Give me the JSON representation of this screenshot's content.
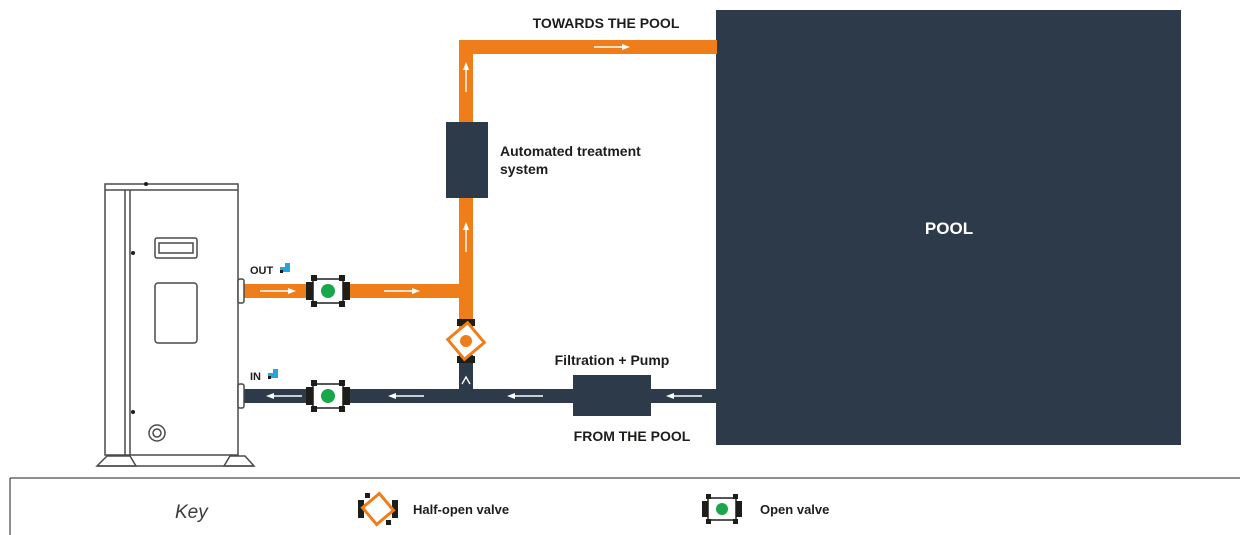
{
  "labels": {
    "towards_pool": "TOWARDS THE POOL",
    "treatment_line1": "Automated treatment",
    "treatment_line2": "system",
    "pool": "POOL",
    "filtration": "Filtration + Pump",
    "from_pool": "FROM THE POOL",
    "out": "OUT",
    "in": "IN"
  },
  "key": {
    "title": "Key",
    "half_open": "Half-open valve",
    "open": "Open valve"
  },
  "colors": {
    "hot_pipe": "#ef7d1a",
    "cold_pipe": "#2d3a4a",
    "pool": "#2d3a4a",
    "valve_green": "#1aa64a",
    "valve_orange": "#ef7d1a",
    "unit_outline": "#4a4a4a",
    "tap_blue": "#29a3dd"
  },
  "icons": {
    "tap": "tap-icon",
    "open_valve": "open-valve-icon",
    "half_open_valve": "half-open-valve-icon"
  }
}
